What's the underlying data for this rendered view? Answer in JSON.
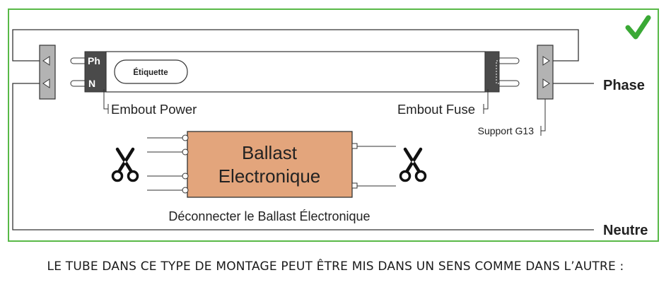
{
  "diagram": {
    "tube": {
      "end_power": {
        "phase_label": "Ph",
        "neutral_label": "N"
      },
      "label_text": "Étiquette"
    },
    "labels": {
      "embout_power": "Embout Power",
      "embout_fuse": "Embout Fuse",
      "support_g13": "Support G13",
      "phase": "Phase",
      "neutre": "Neutre",
      "disconnect_instruction": "Déconnecter le Ballast Électronique"
    },
    "ballast": {
      "line1": "Ballast",
      "line2": "Electronique"
    },
    "icons": {
      "check": "checkmark-icon",
      "scissors_left": "scissors-icon",
      "scissors_right": "scissors-icon"
    },
    "colors": {
      "frame_border": "#58b947",
      "checkmark": "#3aa935",
      "ballast_fill": "#e3a57c",
      "end_cap": "#4a4a4a",
      "socket": "#b3b3b3",
      "wire": "#333333"
    }
  },
  "caption": "LE TUBE DANS CE TYPE DE MONTAGE PEUT ÊTRE MIS DANS UN SENS COMME DANS L’AUTRE :"
}
